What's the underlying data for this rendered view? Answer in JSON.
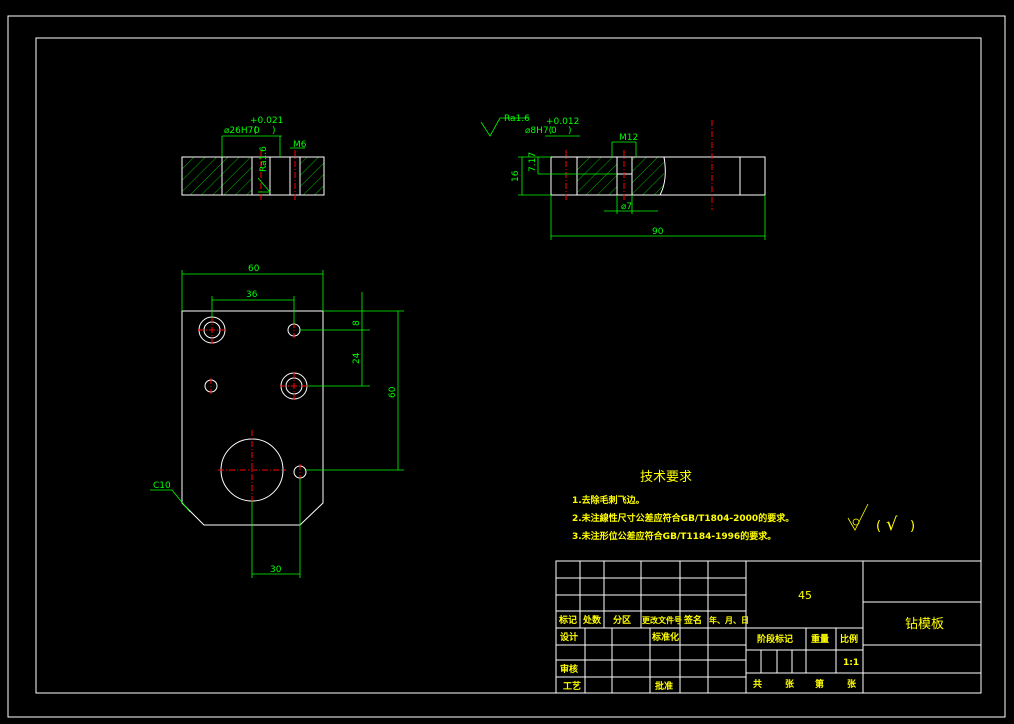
{
  "views": {
    "section_a": {
      "tol_upper": "+0.021",
      "tol_lower": "0",
      "hole_spec": "⌀26H7(",
      "hole_spec_close": ")",
      "thread": "M6",
      "roughness": "Ra1.6"
    },
    "section_b": {
      "roughness": "Ra1.6",
      "tol_upper": "+0.012",
      "tol_lower": "0",
      "hole_spec": "⌀8H7(",
      "hole_spec_close": ")",
      "thread": "M12",
      "dim_height": "16",
      "dim_depth": "7.17",
      "dim_bore": "⌀7",
      "dim_length": "90"
    },
    "plan": {
      "dim_width": "60",
      "dim_hole_spacing": "36",
      "dim_offset_top": "8",
      "dim_hole_vertical": "24",
      "dim_height": "60",
      "dim_bottom": "30",
      "chamfer": "C10"
    }
  },
  "tech_requirements": {
    "title": "技术要求",
    "items": [
      "1.去除毛刺飞边。",
      "2.未注線性尺寸公差应符合GB/T1804-2000的要求。",
      "3.未注形位公差应符合GB/T1184-1996的要求。"
    ]
  },
  "roughness_symbol": {
    "open": "(",
    "check": "√",
    "close": ")"
  },
  "title_block": {
    "material": "45",
    "part_name": "钻模板",
    "rev_headers": [
      "标记",
      "处数",
      "分区",
      "更改文件号",
      "签名",
      "年、月、日"
    ],
    "design": "设计",
    "standardization": "标准化",
    "review": "审核",
    "process": "工艺",
    "approve": "批准",
    "stage_mark": "阶段标记",
    "weight": "重量",
    "scale_label": "比例",
    "scale": "1:1",
    "total_label": "共",
    "sheets_label": "张",
    "sheet_no_label": "第",
    "sheet_label": "张"
  }
}
